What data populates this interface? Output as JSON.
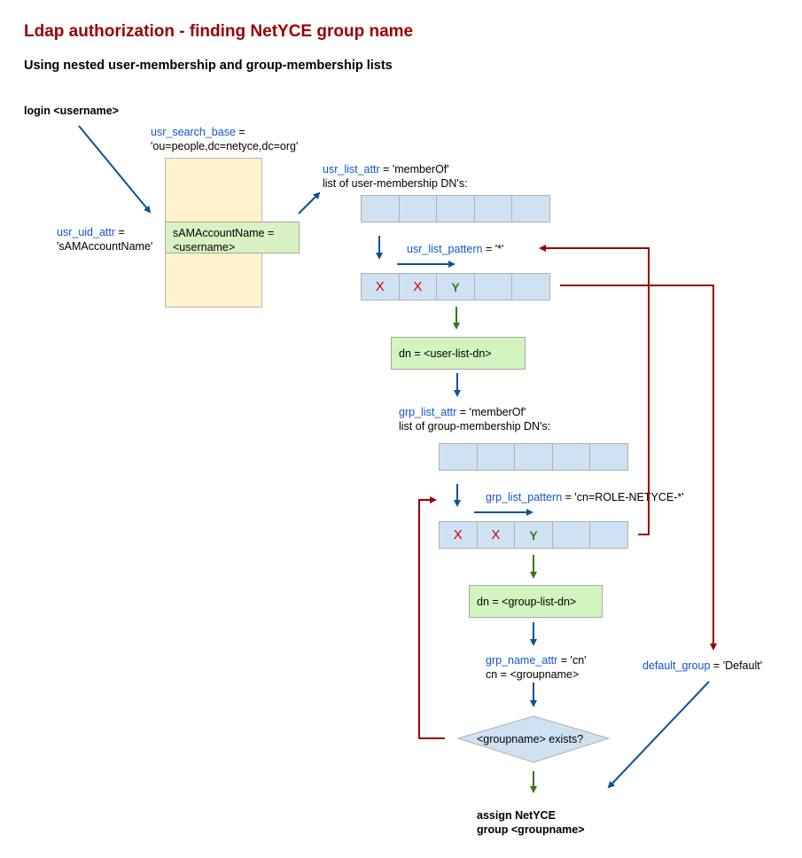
{
  "title": "Ldap authorization - finding NetYCE group name",
  "subtitle": "Using nested user-membership and group-membership lists",
  "login": "login <username>",
  "usr_search_base": {
    "var": "usr_search_base",
    "eq": " =",
    "value": "'ou=people,dc=netyce,dc=org'"
  },
  "usr_uid_attr": {
    "var": "usr_uid_attr",
    "eq": " =",
    "value": "'sAMAccountName'"
  },
  "user_box": {
    "line1": "sAMAccountName =",
    "line2": "<username>"
  },
  "usr_list_attr": {
    "var": "usr_list_attr",
    "eq": " = 'memberOf'",
    "desc": "list of user-membership DN's:"
  },
  "usr_list_pattern": {
    "var": "usr_list_pattern",
    "eq": " = '*'"
  },
  "user_list_cells": [
    "",
    "",
    "",
    "",
    ""
  ],
  "user_match_cells": [
    "X",
    "X",
    "Y",
    "",
    ""
  ],
  "user_dn_box": "dn = <user-list-dn>",
  "grp_list_attr": {
    "var": "grp_list_attr",
    "eq": " = 'memberOf'",
    "desc": "list of group-membership DN's:"
  },
  "grp_list_pattern": {
    "var": "grp_list_pattern",
    "eq": " = 'cn=ROLE-NETYCE-*'"
  },
  "group_list_cells": [
    "",
    "",
    "",
    "",
    ""
  ],
  "group_match_cells": [
    "X",
    "X",
    "Y",
    "",
    ""
  ],
  "group_dn_box": "dn = <group-list-dn>",
  "grp_name_attr": {
    "var": "grp_name_attr",
    "eq": " = 'cn'",
    "desc": "cn = <groupname>"
  },
  "decision": "<groupname> exists?",
  "default_group": {
    "var": "default_group",
    "eq": " = 'Default'"
  },
  "assign": {
    "line1": "assign NetYCE",
    "line2": "group <groupname>"
  },
  "colors": {
    "title": "#990000",
    "variable": "#1155cc",
    "arrow_blue": "#0b5394",
    "arrow_red": "#990000",
    "arrow_green": "#38761d",
    "list_fill": "#cfe2f3",
    "box_green": "#d9f2c4",
    "box_tan": "#fff2cc"
  }
}
